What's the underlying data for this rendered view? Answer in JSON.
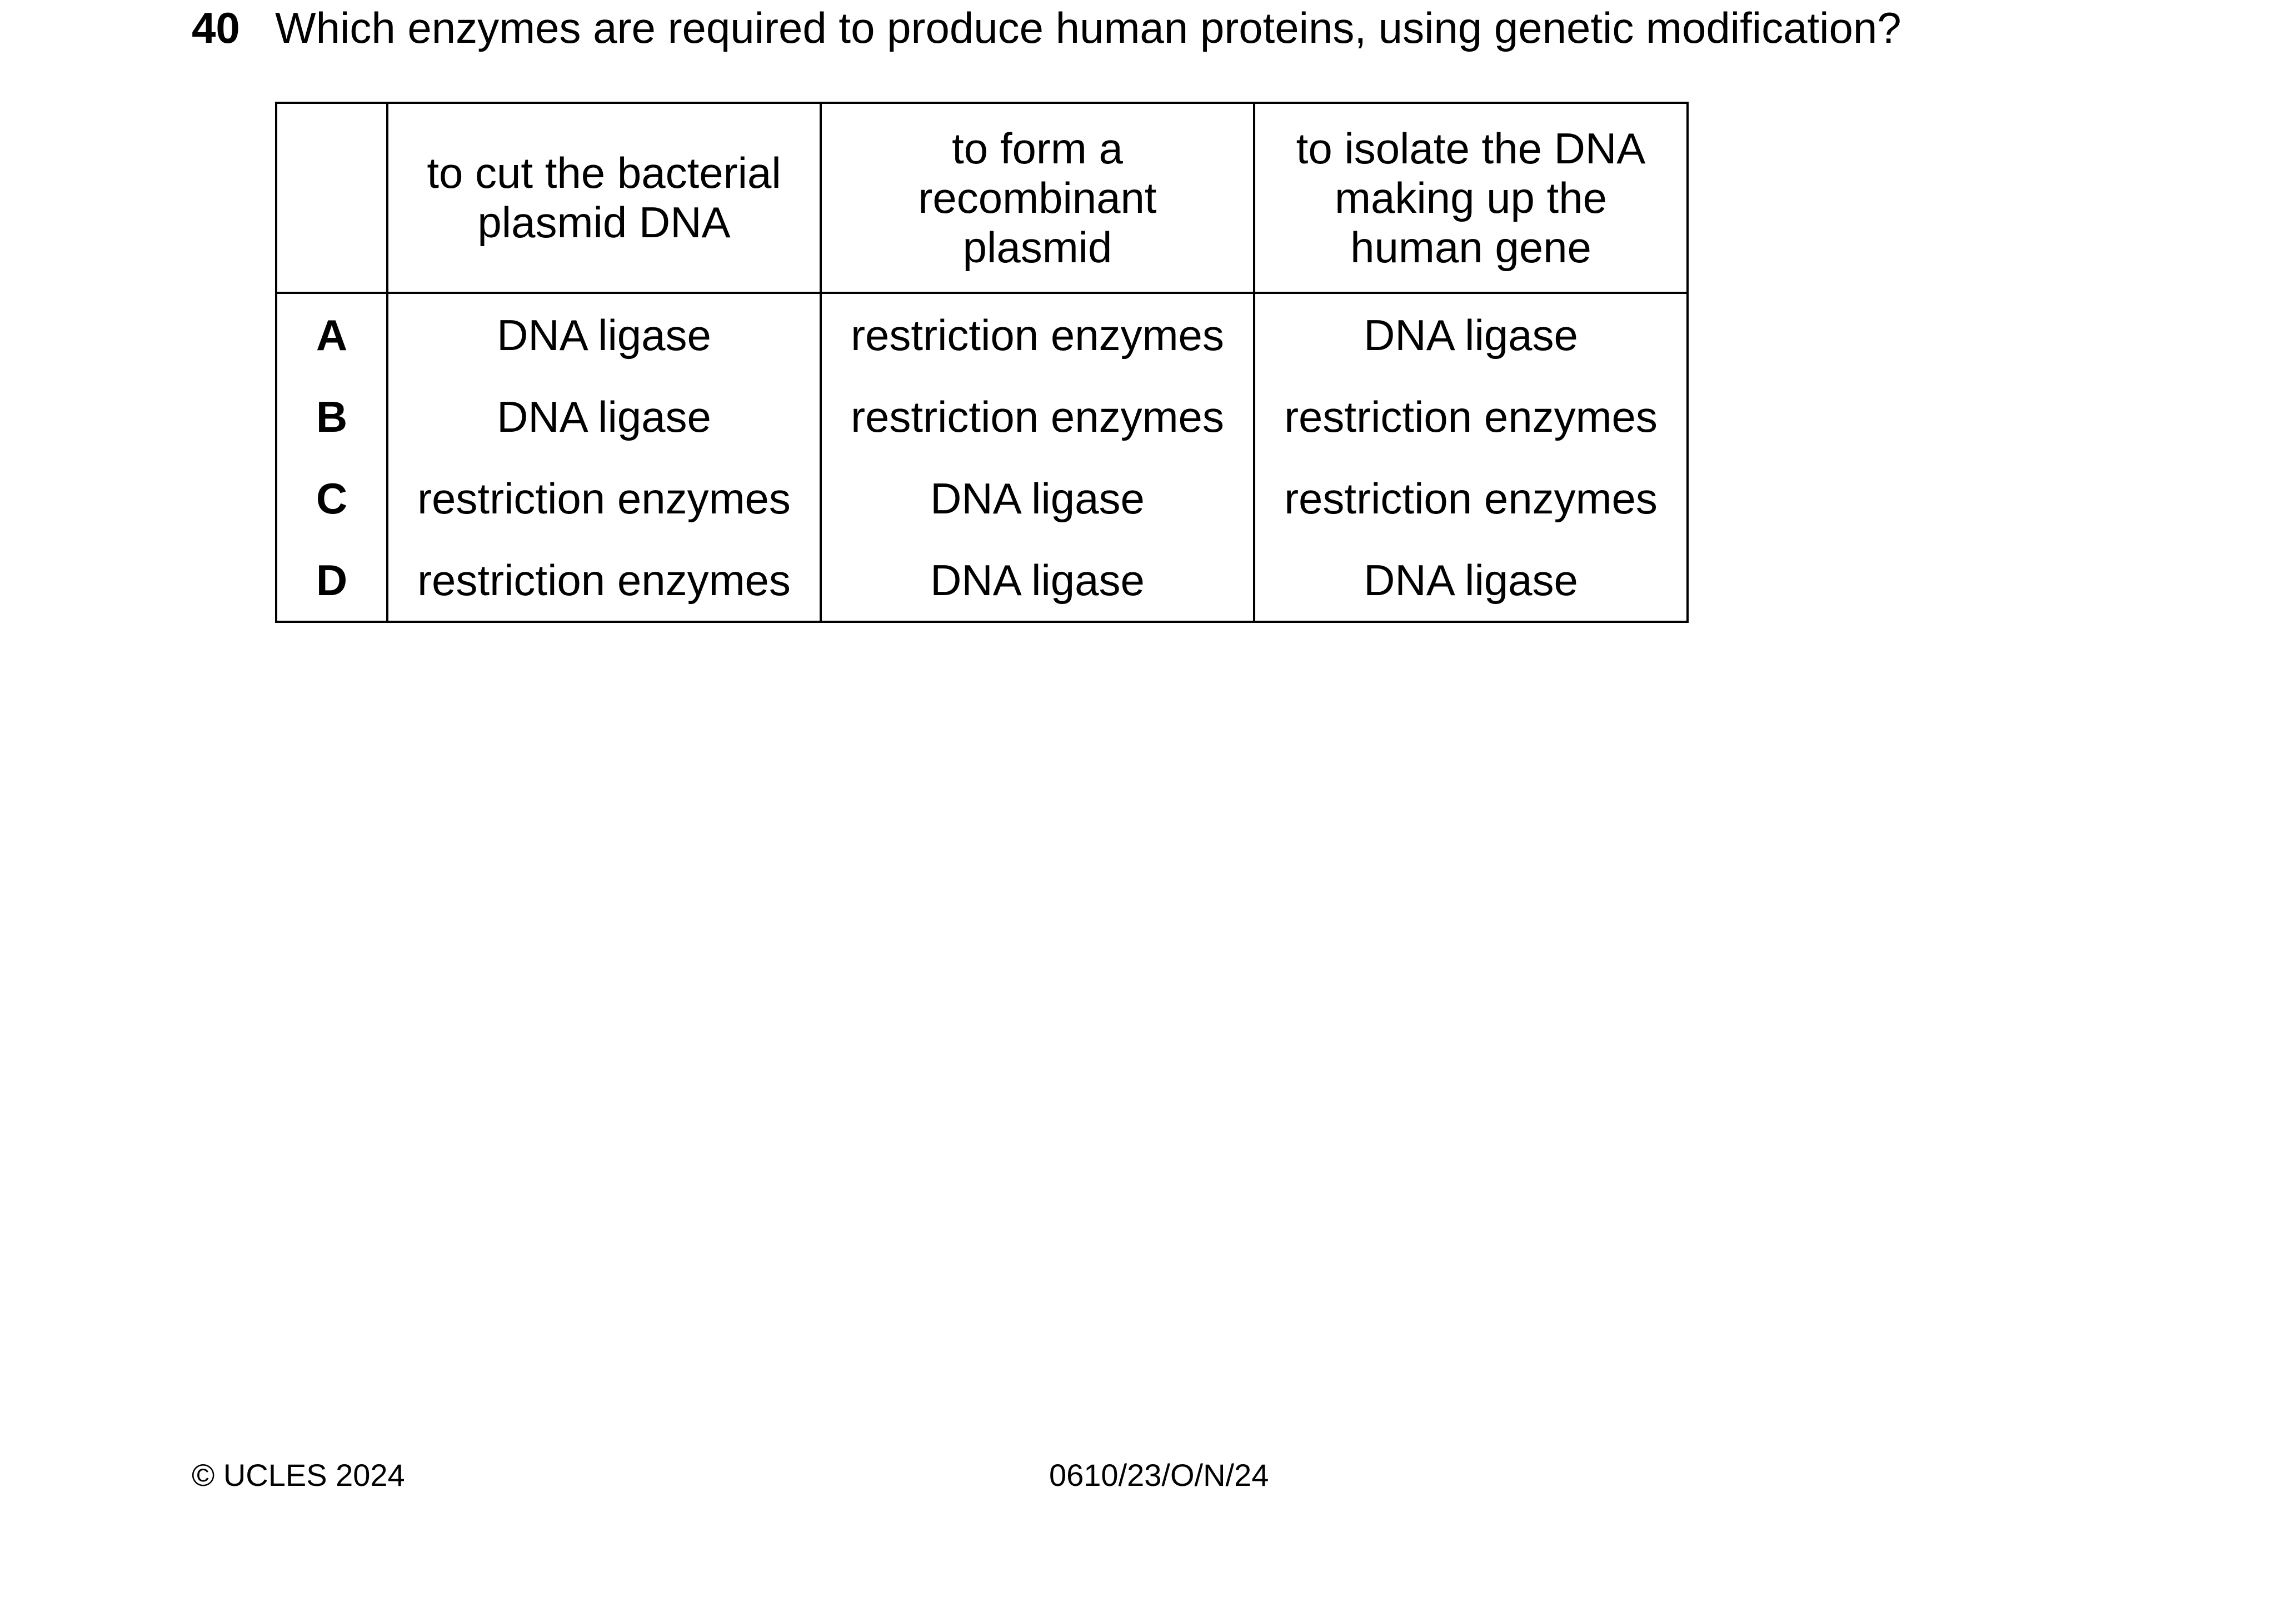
{
  "question": {
    "number": "40",
    "text": "Which enzymes are required to produce human proteins, using genetic modification?"
  },
  "table": {
    "headers": [
      "",
      "to cut the bacterial plasmid DNA",
      "to form a recombinant plasmid",
      "to isolate the DNA making up the human gene"
    ],
    "rows": [
      {
        "letter": "A",
        "cells": [
          "DNA ligase",
          "restriction enzymes",
          "DNA ligase"
        ]
      },
      {
        "letter": "B",
        "cells": [
          "DNA ligase",
          "restriction enzymes",
          "restriction enzymes"
        ]
      },
      {
        "letter": "C",
        "cells": [
          "restriction enzymes",
          "DNA ligase",
          "restriction enzymes"
        ]
      },
      {
        "letter": "D",
        "cells": [
          "restriction enzymes",
          "DNA ligase",
          "DNA ligase"
        ]
      }
    ]
  },
  "footer": {
    "copyright": "© UCLES 2024",
    "paper_code": "0610/23/O/N/24"
  }
}
